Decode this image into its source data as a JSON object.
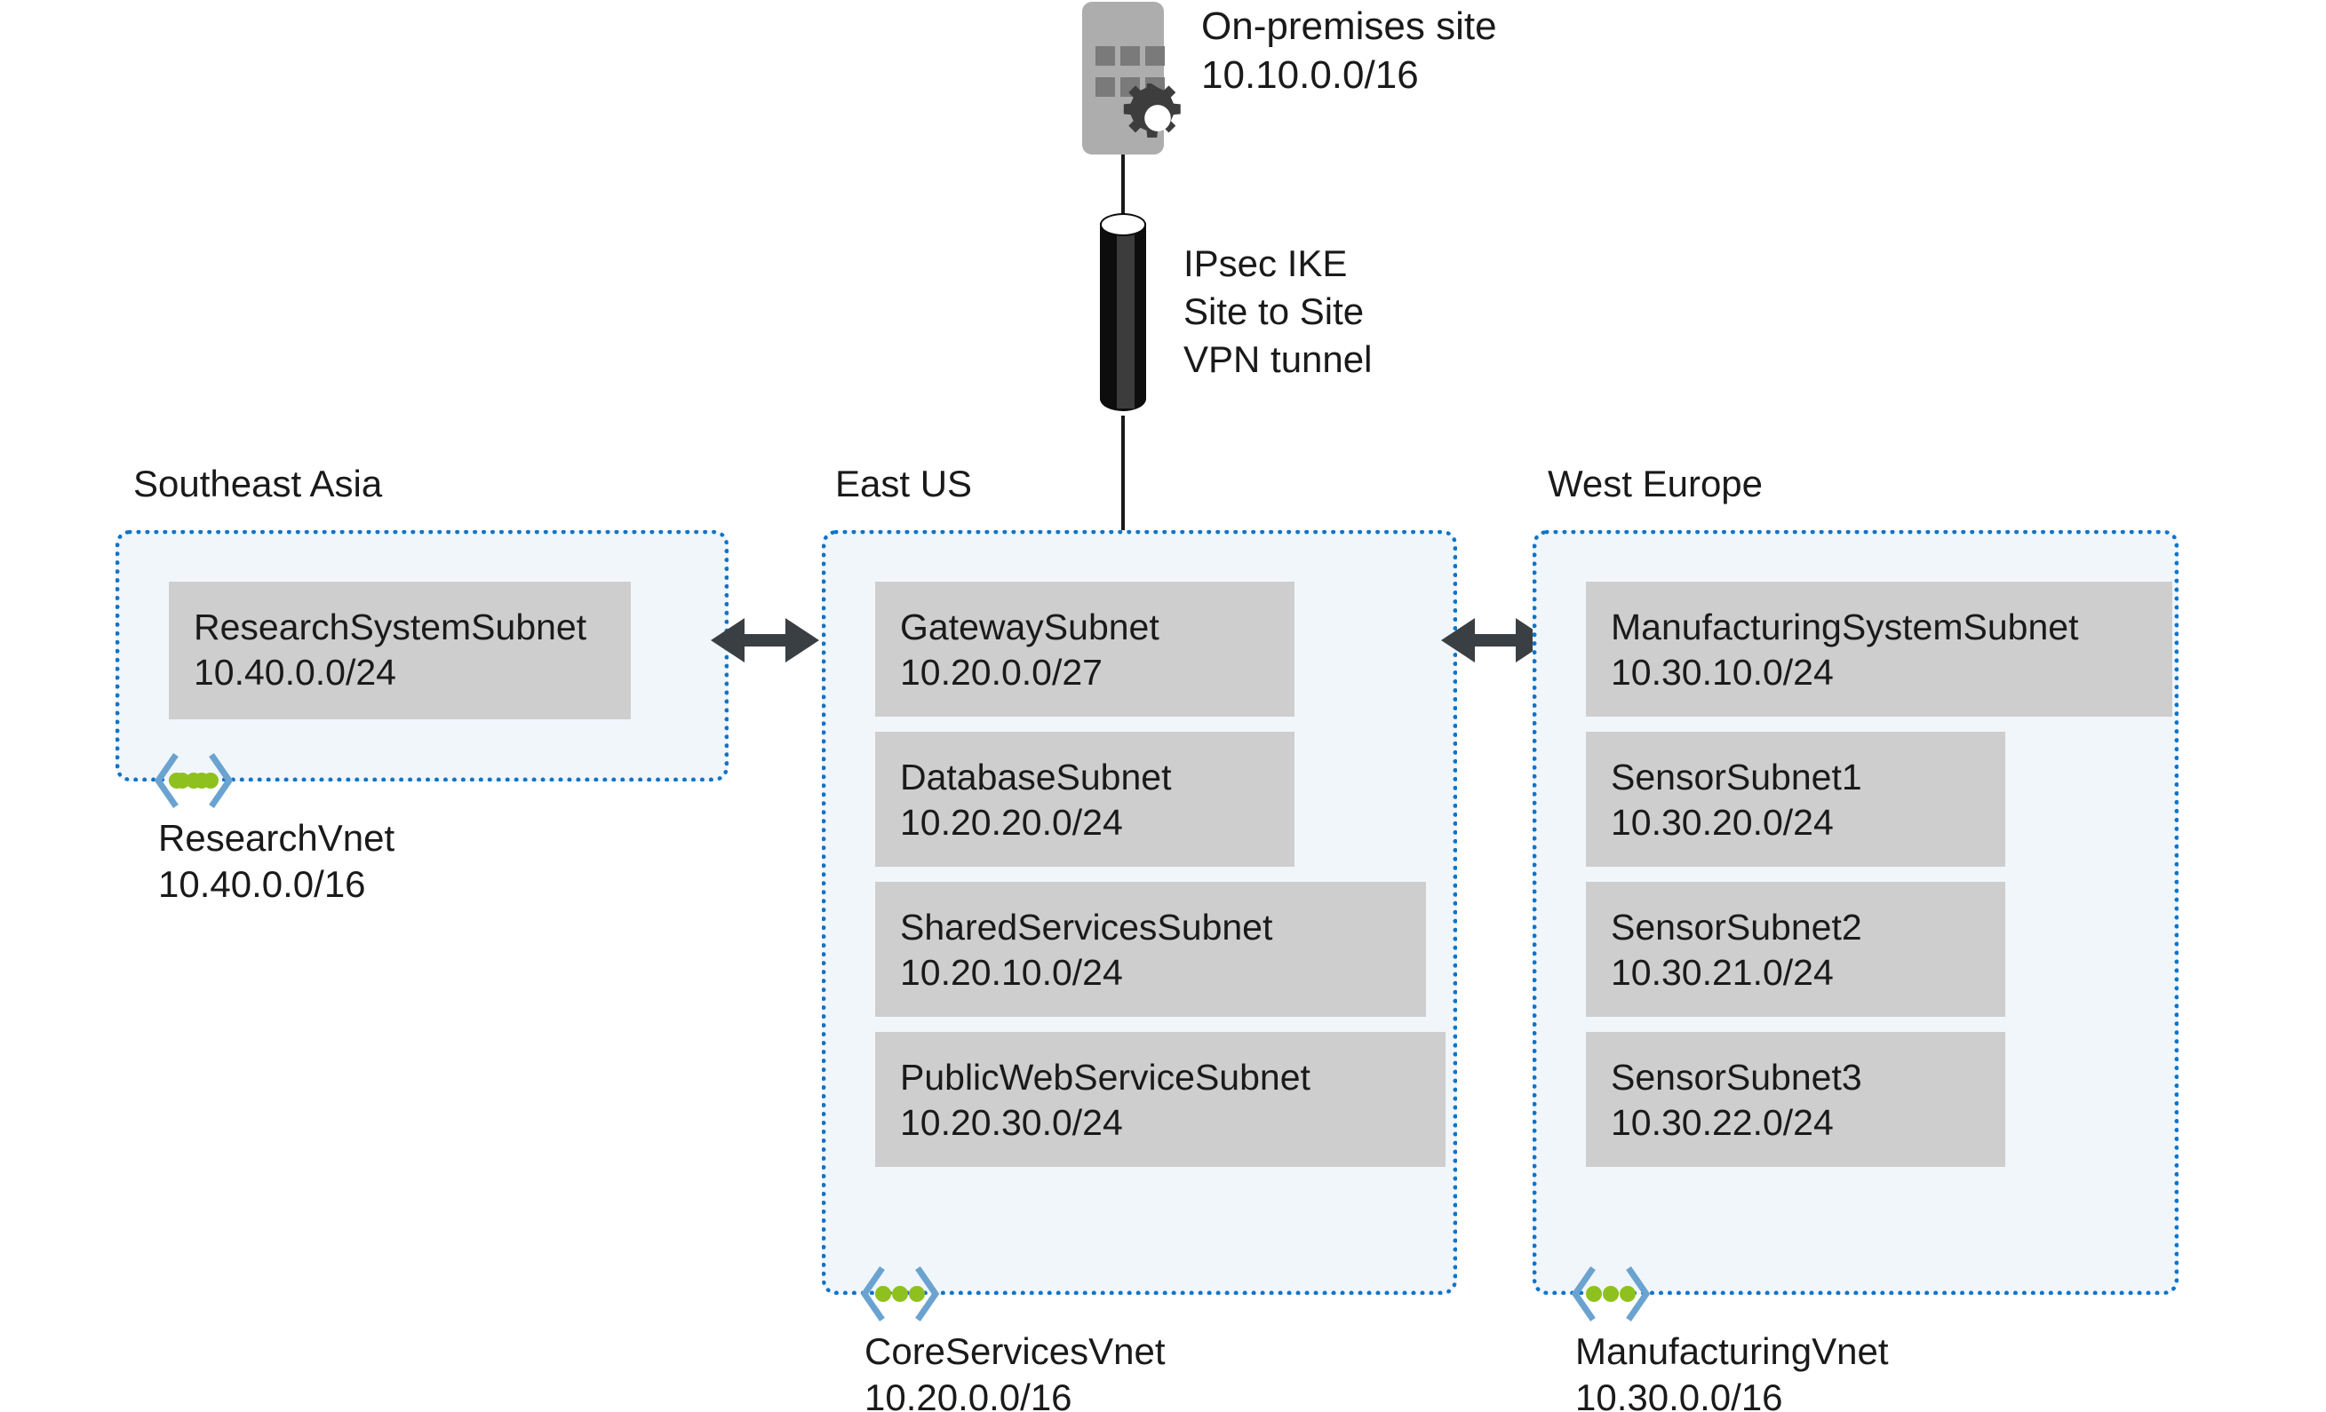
{
  "colors": {
    "vnet_border": "#0f74c8",
    "vnet_fill": "#f1f6fb",
    "subnet_fill": "#cecece",
    "chevron": "#6ba3d0",
    "dot": "#8fc11e",
    "arrow": "#3a3f44",
    "building": "#adadad",
    "building_window": "#7a7a7a",
    "gear": "#3d3d3d",
    "tunnel": "#0d0d0d"
  },
  "onpremises": {
    "icon": "server-building-gear-icon",
    "name": "On-premises site",
    "cidr": "10.10.0.0/16"
  },
  "tunnel": {
    "icon": "vpn-tunnel-cylinder-icon",
    "line1": "IPsec IKE",
    "line2": "Site to Site",
    "line3": "VPN tunnel"
  },
  "peering": {
    "left_arrow_icon": "bidirectional-arrow-icon",
    "right_arrow_icon": "bidirectional-arrow-icon"
  },
  "regions": [
    {
      "id": "southeast-asia",
      "label": "Southeast Asia",
      "vnet": {
        "icon": "virtual-network-icon",
        "name": "ResearchVnet",
        "cidr": "10.40.0.0/16"
      },
      "subnets": [
        {
          "name": "ResearchSystemSubnet",
          "cidr": "10.40.0.0/24"
        }
      ]
    },
    {
      "id": "east-us",
      "label": "East US",
      "vnet": {
        "icon": "virtual-network-icon",
        "name": "CoreServicesVnet",
        "cidr": "10.20.0.0/16"
      },
      "subnets": [
        {
          "name": "GatewaySubnet",
          "cidr": "10.20.0.0/27"
        },
        {
          "name": "DatabaseSubnet",
          "cidr": "10.20.20.0/24"
        },
        {
          "name": "SharedServicesSubnet",
          "cidr": "10.20.10.0/24"
        },
        {
          "name": "PublicWebServiceSubnet",
          "cidr": "10.20.30.0/24"
        }
      ]
    },
    {
      "id": "west-europe",
      "label": "West Europe",
      "vnet": {
        "icon": "virtual-network-icon",
        "name": "ManufacturingVnet",
        "cidr": "10.30.0.0/16"
      },
      "subnets": [
        {
          "name": "ManufacturingSystemSubnet",
          "cidr": "10.30.10.0/24"
        },
        {
          "name": "SensorSubnet1",
          "cidr": "10.30.20.0/24"
        },
        {
          "name": "SensorSubnet2",
          "cidr": "10.30.21.0/24"
        },
        {
          "name": "SensorSubnet3",
          "cidr": "10.30.22.0/24"
        }
      ]
    }
  ]
}
